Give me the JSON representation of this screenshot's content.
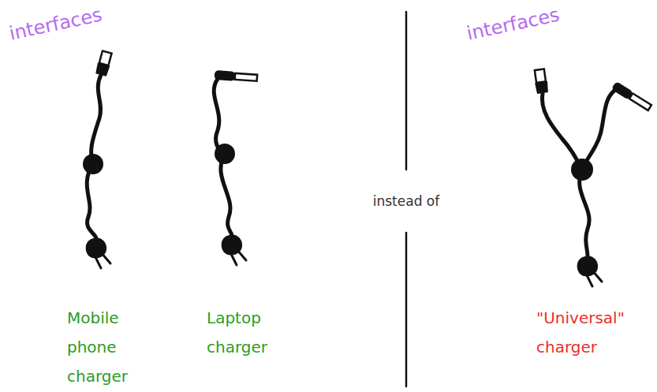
{
  "diagram": {
    "labels": [
      "interfaces",
      "Mobile phone charger",
      "Laptop charger",
      "instead of",
      "interfaces",
      "\"Universal\" charger"
    ]
  }
}
